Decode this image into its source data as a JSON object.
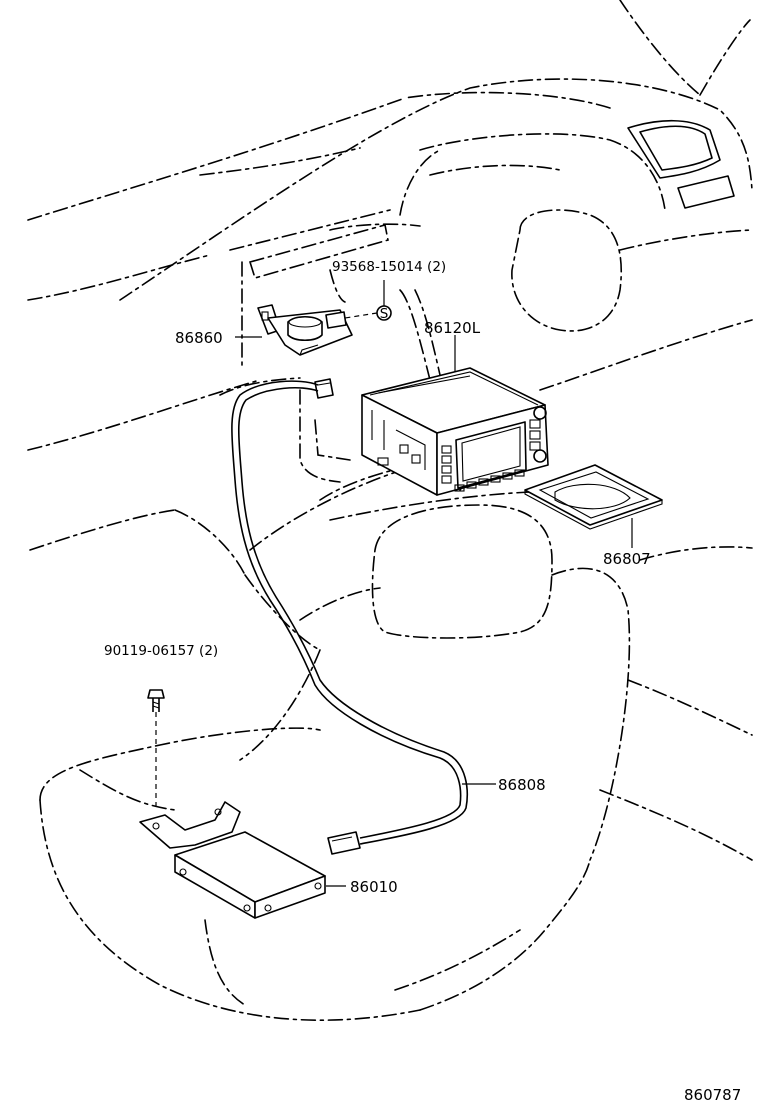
{
  "labels": {
    "screw": "93568-15014 (2)",
    "screw_symbol": "S",
    "sensor": "86860",
    "display": "86120L",
    "bezel": "86807",
    "bolt": "90119-06157 (2)",
    "cable": "86808",
    "box": "86010",
    "figure_code": "860787"
  }
}
